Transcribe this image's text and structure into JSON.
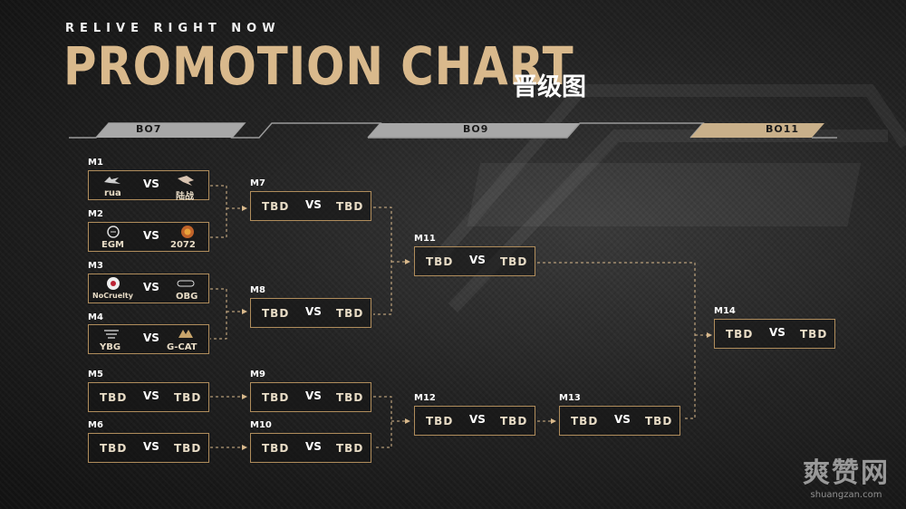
{
  "header": {
    "subtitle": "RELIVE RIGHT NOW",
    "title": "PROMOTION CHART",
    "title_cn": "晋级图"
  },
  "phases": {
    "bo7": "BO7",
    "bo9": "BO9",
    "bo11": "BO11"
  },
  "colors": {
    "gold": "#d9b98c",
    "border": "#b08d5c",
    "phase_gray": "#a8a8a8",
    "phase_gold": "#c9b08a"
  },
  "matches": {
    "m1": {
      "label": "M1",
      "team1": "rua",
      "vs": "VS",
      "team2": "陆战",
      "icon1": "shark-logo",
      "icon2": "bird-logo"
    },
    "m2": {
      "label": "M2",
      "team1": "EGM",
      "vs": "VS",
      "team2": "2072",
      "icon1": "egm-logo",
      "icon2": "2072-logo"
    },
    "m3": {
      "label": "M3",
      "team1": "NoCruelty",
      "vs": "VS",
      "team2": "OBG",
      "icon1": "nocruelty-logo",
      "icon2": "obg-logo"
    },
    "m4": {
      "label": "M4",
      "team1": "YBG",
      "vs": "VS",
      "team2": "G-CAT",
      "icon1": "ybg-logo",
      "icon2": "gcat-logo"
    },
    "m5": {
      "label": "M5",
      "team1": "TBD",
      "vs": "VS",
      "team2": "TBD"
    },
    "m6": {
      "label": "M6",
      "team1": "TBD",
      "vs": "VS",
      "team2": "TBD"
    },
    "m7": {
      "label": "M7",
      "team1": "TBD",
      "vs": "VS",
      "team2": "TBD"
    },
    "m8": {
      "label": "M8",
      "team1": "TBD",
      "vs": "VS",
      "team2": "TBD"
    },
    "m9": {
      "label": "M9",
      "team1": "TBD",
      "vs": "VS",
      "team2": "TBD"
    },
    "m10": {
      "label": "M10",
      "team1": "TBD",
      "vs": "VS",
      "team2": "TBD"
    },
    "m11": {
      "label": "M11",
      "team1": "TBD",
      "vs": "VS",
      "team2": "TBD"
    },
    "m12": {
      "label": "M12",
      "team1": "TBD",
      "vs": "VS",
      "team2": "TBD"
    },
    "m13": {
      "label": "M13",
      "team1": "TBD",
      "vs": "VS",
      "team2": "TBD"
    },
    "m14": {
      "label": "M14",
      "team1": "TBD",
      "vs": "VS",
      "team2": "TBD"
    }
  },
  "watermark": {
    "cn": "爽赞网",
    "en": "shuangzan.com"
  }
}
